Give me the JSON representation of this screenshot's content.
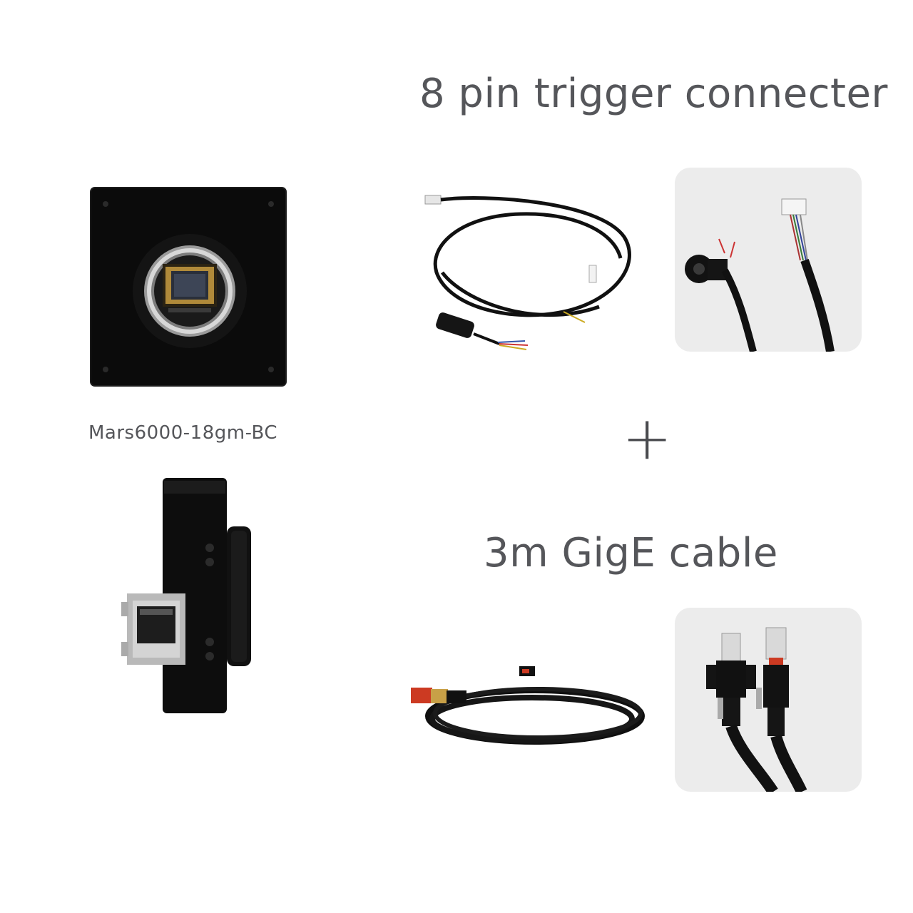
{
  "headings": {
    "trigger": "8 pin trigger connecter",
    "gige": "3m GigE cable"
  },
  "camera": {
    "model": "Mars6000-18gm-BC"
  },
  "plus_symbol": "+"
}
